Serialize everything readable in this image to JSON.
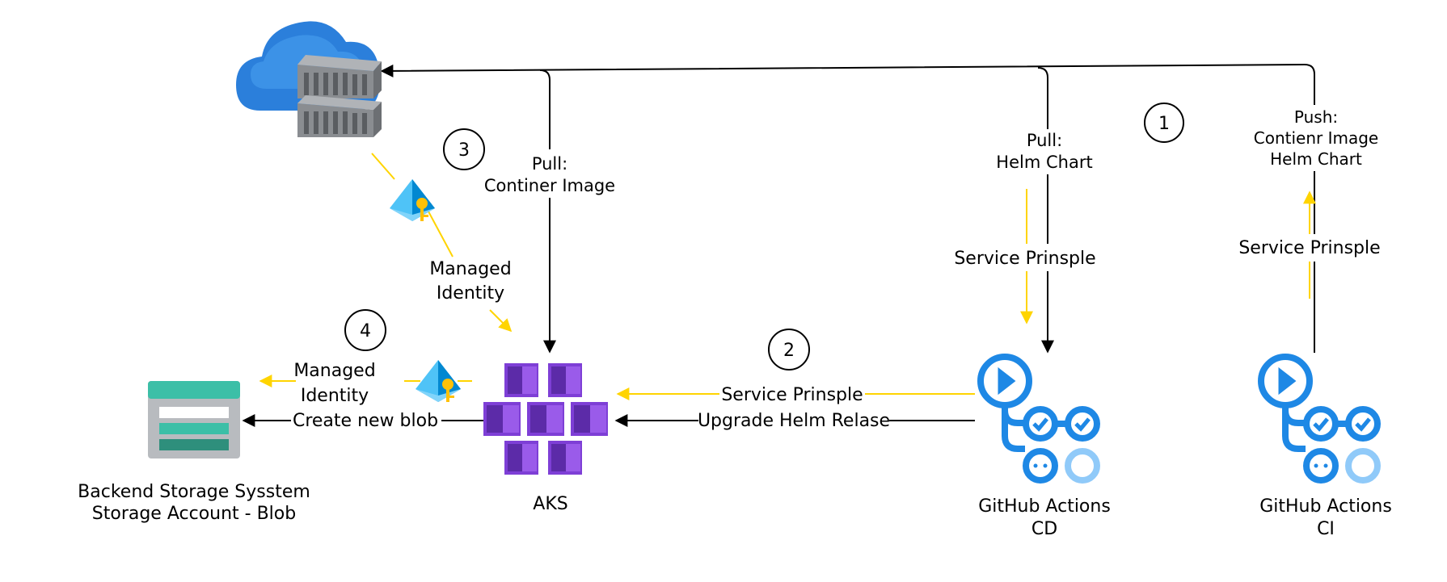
{
  "colors": {
    "black_line": "#000000",
    "yellow_line": "#FFD400",
    "github_blue": "#1E88E5",
    "github_light_blue": "#90CAF9",
    "aks_purple": "#7E3FD6",
    "acr_blue": "#1976D2",
    "storage_teal": "#3CBFA7"
  },
  "nodes": {
    "acr": {
      "icon": "container-registry-icon"
    },
    "aks": {
      "label": "AKS",
      "icon": "aks-icon"
    },
    "storage": {
      "label_line1": "Backend Storage Sysstem",
      "label_line2": "Storage Account - Blob",
      "icon": "storage-account-icon"
    },
    "gh_cd": {
      "label_line1": "GitHub Actions",
      "label_line2": "CD",
      "icon": "github-actions-icon"
    },
    "gh_ci": {
      "label_line1": "GitHub Actions",
      "label_line2": "CI",
      "icon": "github-actions-icon"
    }
  },
  "edges": {
    "pull_image_l1": "Pull:",
    "pull_image_l2": "Continer Image",
    "pull_chart_l1": "Pull:",
    "pull_chart_l2": "Helm Chart",
    "push_l1": "Push:",
    "push_l2": "Contienr Image",
    "push_l3": "Helm Chart",
    "sp_cd": "Service Prinsple",
    "sp_ci": "Service Prinsple",
    "sp_aks": "Service Prinsple",
    "upgrade": "Upgrade Helm Relase",
    "mi_acr_l1": "Managed",
    "mi_acr_l2": "Identity",
    "mi_storage_l1": "Managed",
    "mi_storage_l2": "Identity",
    "create_blob": "Create new blob"
  },
  "steps": [
    "1",
    "2",
    "3",
    "4"
  ]
}
